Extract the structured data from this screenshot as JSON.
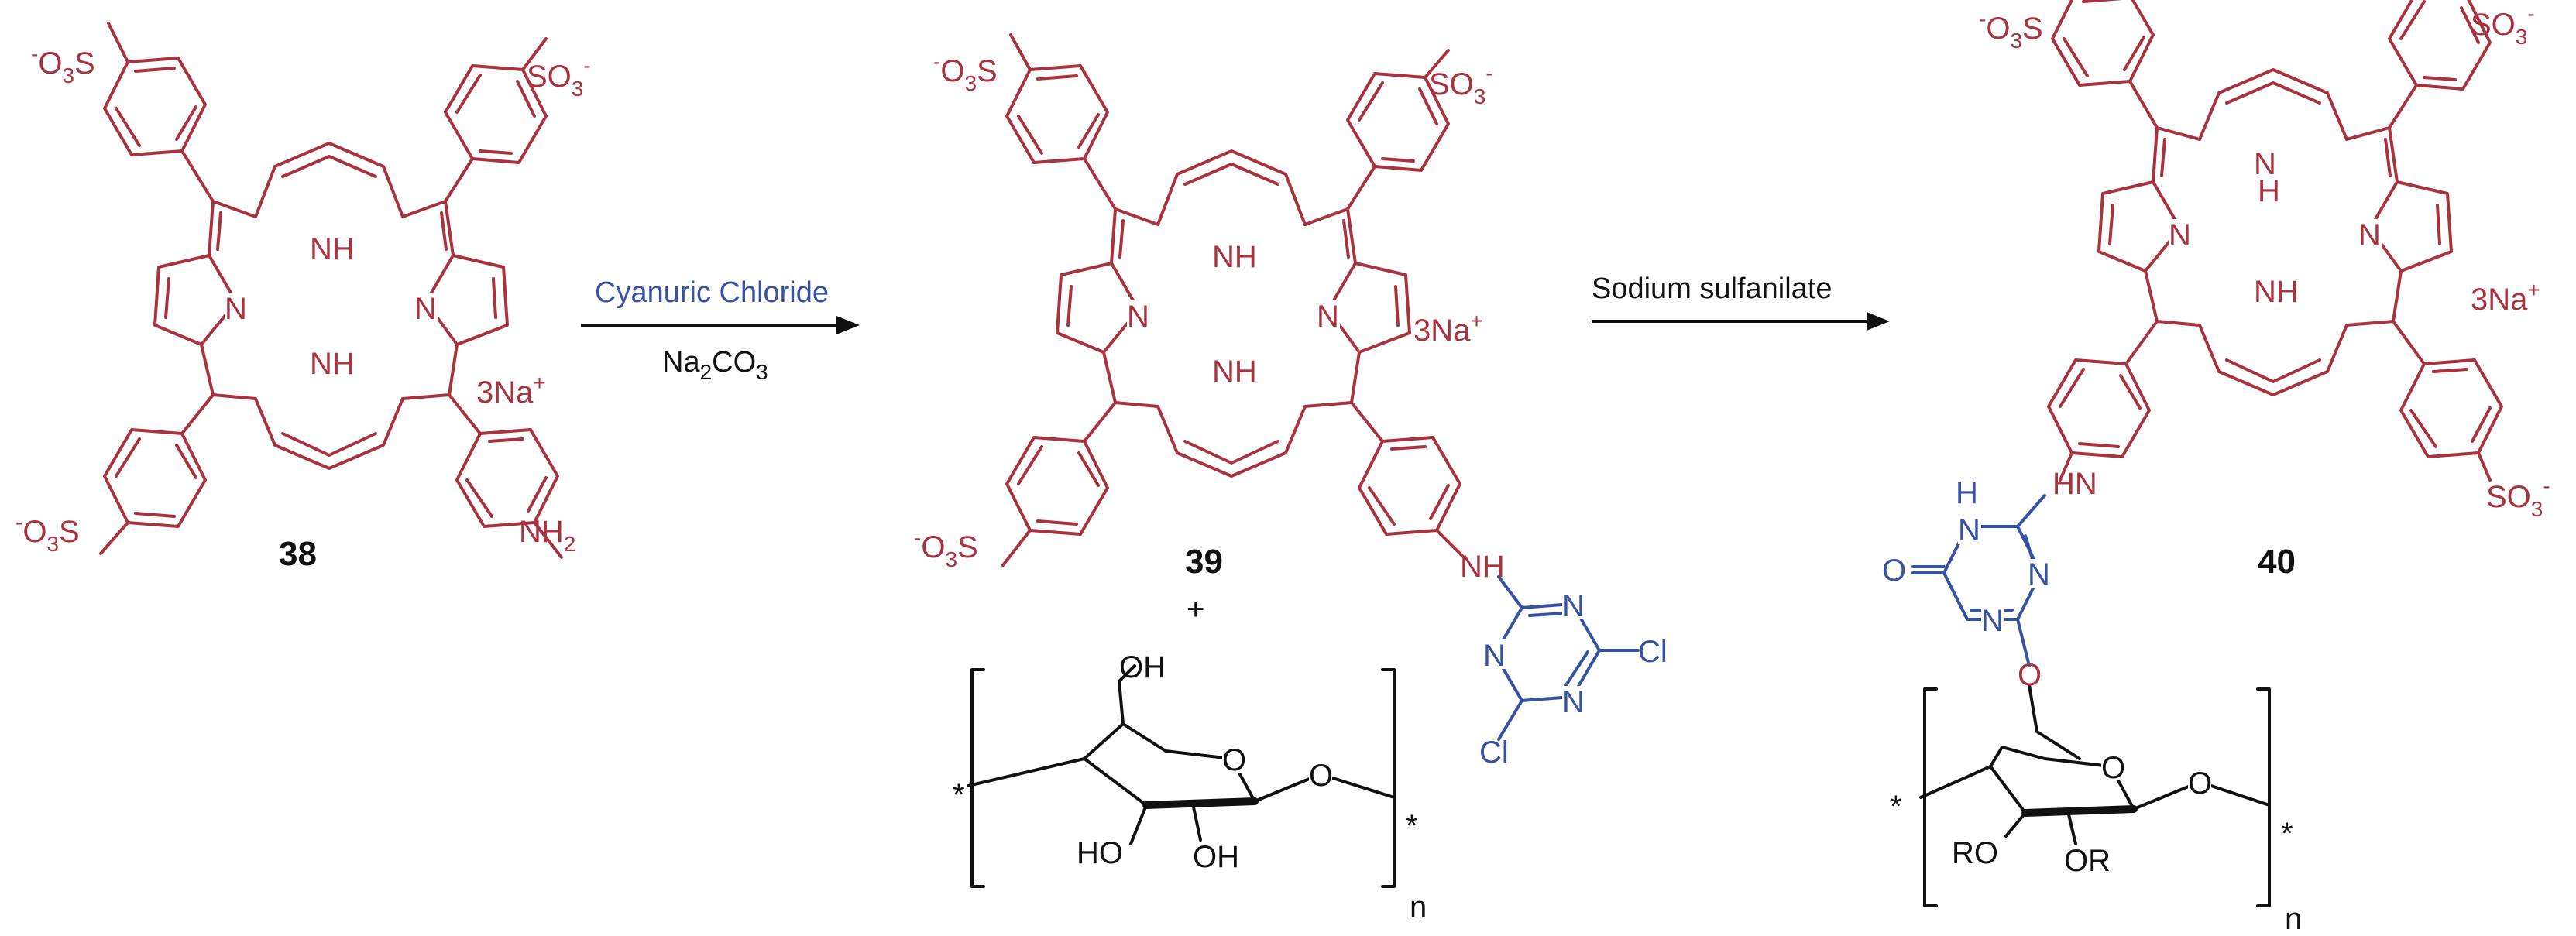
{
  "colors": {
    "porphyrin": "#a8323e",
    "triazine": "#3652a3",
    "cellulose": "#111111"
  },
  "compounds": [
    {
      "id": "38",
      "label": "38",
      "counterion": "3Na",
      "counterion_charge": "+",
      "amine": "NH",
      "amine_sub": "2"
    },
    {
      "id": "39",
      "label": "39",
      "counterion": "3Na",
      "counterion_charge": "+"
    },
    {
      "id": "40",
      "label": "40",
      "counterion": "3Na",
      "counterion_charge": "+"
    }
  ],
  "atoms": {
    "sulfonate": {
      "prefix": "O",
      "sub": "3",
      "s": "S",
      "charge": "-",
      "so": "SO",
      "so_sub": "3"
    },
    "pyrrole_nh": "NH",
    "pyrrole_n": "N",
    "hn": "HN",
    "n": "N",
    "cl": "Cl",
    "o": "O",
    "oh": "OH",
    "ho": "HO",
    "ro": "RO",
    "or": "OR",
    "star": "*",
    "n_repeat": "n",
    "h": "H"
  },
  "arrows": [
    {
      "above": "Cyanuric Chloride",
      "below": "Na",
      "below_sub": "2",
      "below_mid": "CO",
      "below_sub2": "3"
    },
    {
      "above": "Sodium sulfanilate"
    }
  ],
  "plus": "+"
}
